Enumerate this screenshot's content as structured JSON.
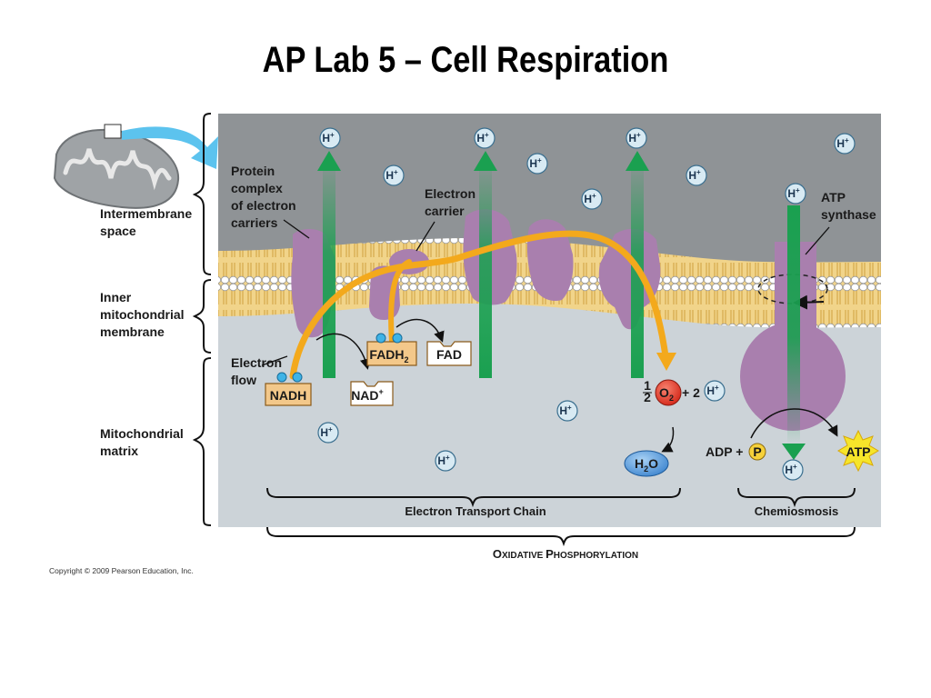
{
  "title": "AP Lab 5 – Cell Respiration",
  "labels": {
    "intermembrane_space": [
      "Intermembrane",
      "space"
    ],
    "inner_membrane": [
      "Inner",
      "mitochondrial",
      "membrane"
    ],
    "matrix": [
      "Mitochondrial",
      "matrix"
    ],
    "protein_complex": [
      "Protein",
      "complex",
      "of electron",
      "carriers"
    ],
    "electron_carrier": [
      "Electron",
      "carrier"
    ],
    "atp_synthase": [
      "ATP",
      "synthase"
    ],
    "electron_flow": [
      "Electron",
      "flow"
    ]
  },
  "molecules": {
    "nadh": "NADH",
    "nad": "NAD",
    "nad_sup": "+",
    "fadh2": "FADH",
    "fadh2_sub": "2",
    "fad": "FAD",
    "o2_frac_num": "1",
    "o2_frac_den": "2",
    "o2": "O",
    "o2_sub": "2",
    "plus_2": "+ 2",
    "h2o": "H",
    "h2o_sub": "2",
    "h2o_end": "O",
    "adp": "ADP +",
    "p": "P",
    "atp": "ATP"
  },
  "hion": {
    "base": "H",
    "sup": "+"
  },
  "sections": {
    "etc": "Electron Transport Chain",
    "chemiosmosis": "Chemiosmosis",
    "oxphos_o": "O",
    "oxphos_1": "XIDATIVE ",
    "oxphos_p": "P",
    "oxphos_2": "HOSPHORYLATION"
  },
  "copyright": "Copyright © 2009 Pearson Education, Inc.",
  "colors": {
    "intermembrane": "#8f9396",
    "matrix": "#ccd3d8",
    "lipid": "#f1d48a",
    "protein": "#a97fae",
    "proton_arrow": "#1aa050",
    "electron_path": "#f3a91c",
    "hion_fill": "#d8eaf3",
    "o2": "#e03a2a",
    "h2o": "#5fa2dc",
    "atp": "#f6e52a",
    "cyan_arrow": "#5cc3ee"
  }
}
